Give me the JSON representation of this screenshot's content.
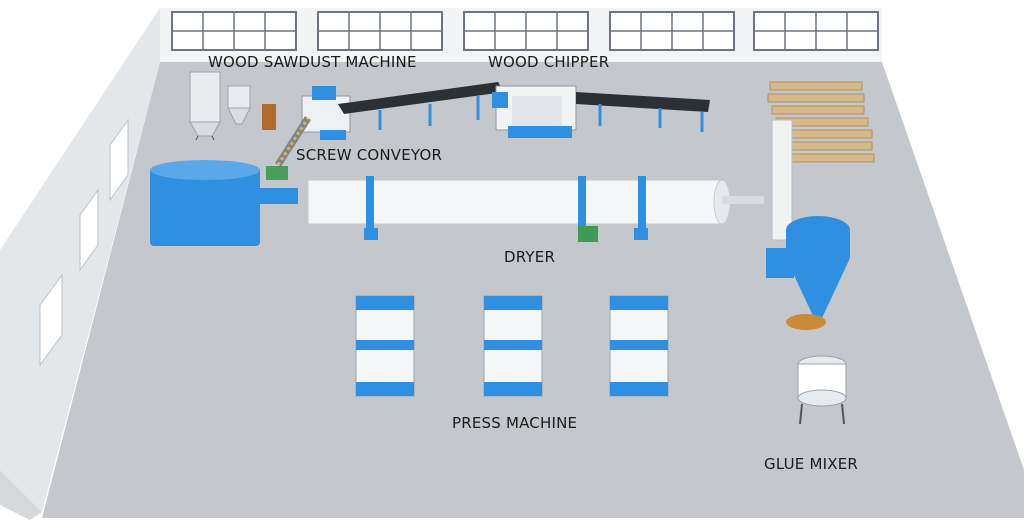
{
  "labels": {
    "sawdust_machine": "WOOD SAWDUST MACHINE",
    "wood_chipper": "WOOD CHIPPER",
    "screw_conveyor": "SCREW CONVEYOR",
    "dryer": "DRYER",
    "press_machine": "PRESS MACHINE",
    "glue_mixer": "GLUE MIXER"
  },
  "colors": {
    "floor": "#c3c7cb",
    "wall": "#eef0f2",
    "machine_blue": "#2f8fe0",
    "dryer_body": "#f4f6f8",
    "belt": "#2b2f36",
    "wood": "#d8b98a",
    "sawdust": "#c98a3a"
  }
}
